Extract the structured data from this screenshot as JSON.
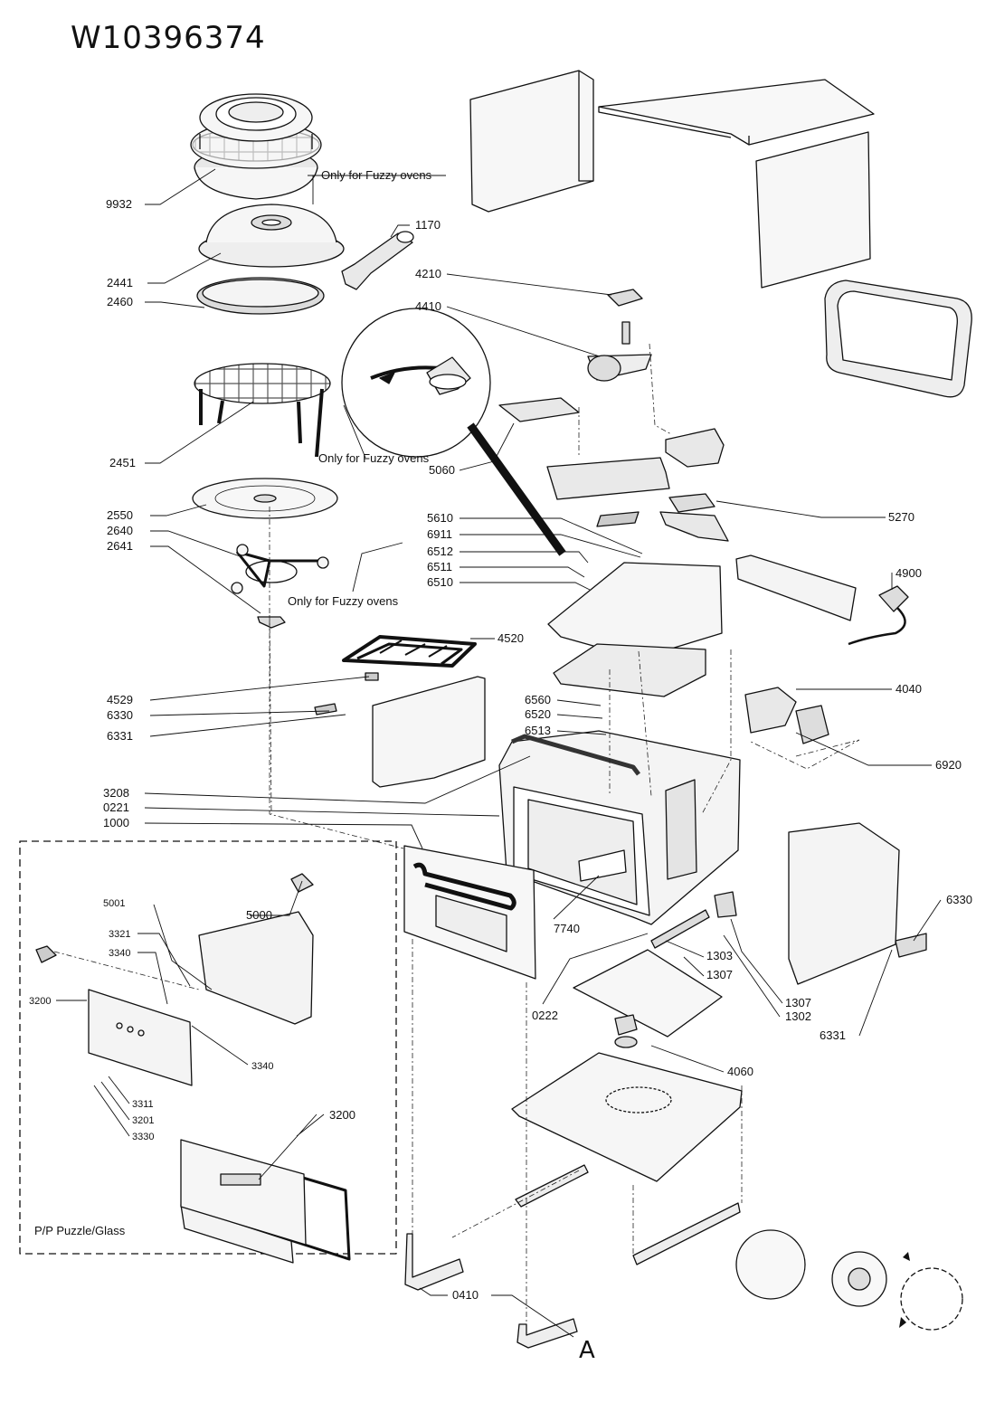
{
  "doc": {
    "title": "W10396374"
  },
  "notes": {
    "fuzzy_a": "Only for Fuzzy ovens",
    "fuzzy_b": "Only for Fuzzy ovens",
    "fuzzy_c": "Only for Fuzzy ovens",
    "panel": "P/P Puzzle/Glass",
    "view_a": "A"
  },
  "callouts": {
    "c9932": "9932",
    "c2441": "2441",
    "c2460": "2460",
    "c1170": "1170",
    "c2451": "2451",
    "c2550": "2550",
    "c2640": "2640",
    "c2641": "2641",
    "c4529": "4529",
    "c6330a": "6330",
    "c6331a": "6331",
    "c3208": "3208",
    "c0221": "0221",
    "c1000": "1000",
    "c4210": "4210",
    "c4410": "4410",
    "c5060": "5060",
    "c5270": "5270",
    "c5610": "5610",
    "c6911": "6911",
    "c6512": "6512",
    "c6511": "6511",
    "c6510": "6510",
    "c4520": "4520",
    "c6560": "6560",
    "c6520": "6520",
    "c6513": "6513",
    "c4900": "4900",
    "c4040": "4040",
    "c6920": "6920",
    "c7740": "7740",
    "c0222": "0222",
    "c1303": "1303",
    "c1307a": "1307",
    "c1307b": "1307",
    "c1302": "1302",
    "c6330b": "6330",
    "c6331b": "6331",
    "c4060": "4060",
    "c0410": "0410",
    "c5001": "5001",
    "c5000": "5000",
    "c3321": "3321",
    "c3340a": "3340",
    "c3340b": "3340",
    "c3200a": "3200",
    "c3200b": "3200",
    "c3311": "3311",
    "c3201": "3201",
    "c3330": "3330"
  },
  "colors": {
    "line": "#111111",
    "fill": "#f4f4f4",
    "shade": "#d9d9d9",
    "dark": "#333333"
  }
}
